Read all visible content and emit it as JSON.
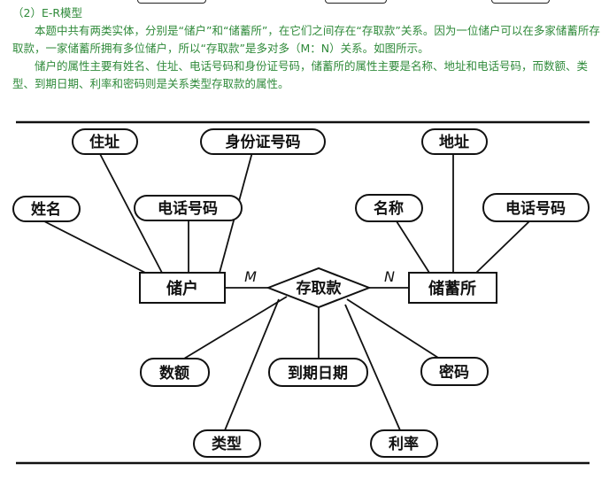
{
  "text": {
    "heading": "（2）E-R模型",
    "para1": "本题中共有两类实体，分别是“储户”和“储蓄所”，在它们之间存在“存取款”关系。因为一位储户可以在多家储蓄所存取款，一家储蓄所拥有多位储户，所以“存取款”是多对多（M：N）关系。如图所示。",
    "para2": "储户的属性主要有姓名、住址、电话号码和身份证号码，储蓄所的属性主要是名称、地址和电话号码，而数额、类型、到期日期、利率和密码则是关系类型存取款的属性。"
  },
  "diagram": {
    "entities": {
      "depositor": "储户",
      "branch": "储蓄所"
    },
    "relationship": "存取款",
    "cardinality": {
      "left": "M",
      "right": "N"
    },
    "depositor_attributes": {
      "address": "住址",
      "id_number": "身份证号码",
      "name": "姓名",
      "phone": "电话号码"
    },
    "branch_attributes": {
      "address": "地址",
      "name": "名称",
      "phone": "电话号码"
    },
    "relationship_attributes": {
      "amount": "数额",
      "due_date": "到期日期",
      "password": "密码",
      "type": "类型",
      "rate": "利率"
    }
  },
  "colors": {
    "text_green": "#2f8a3a",
    "ink": "#111111"
  }
}
